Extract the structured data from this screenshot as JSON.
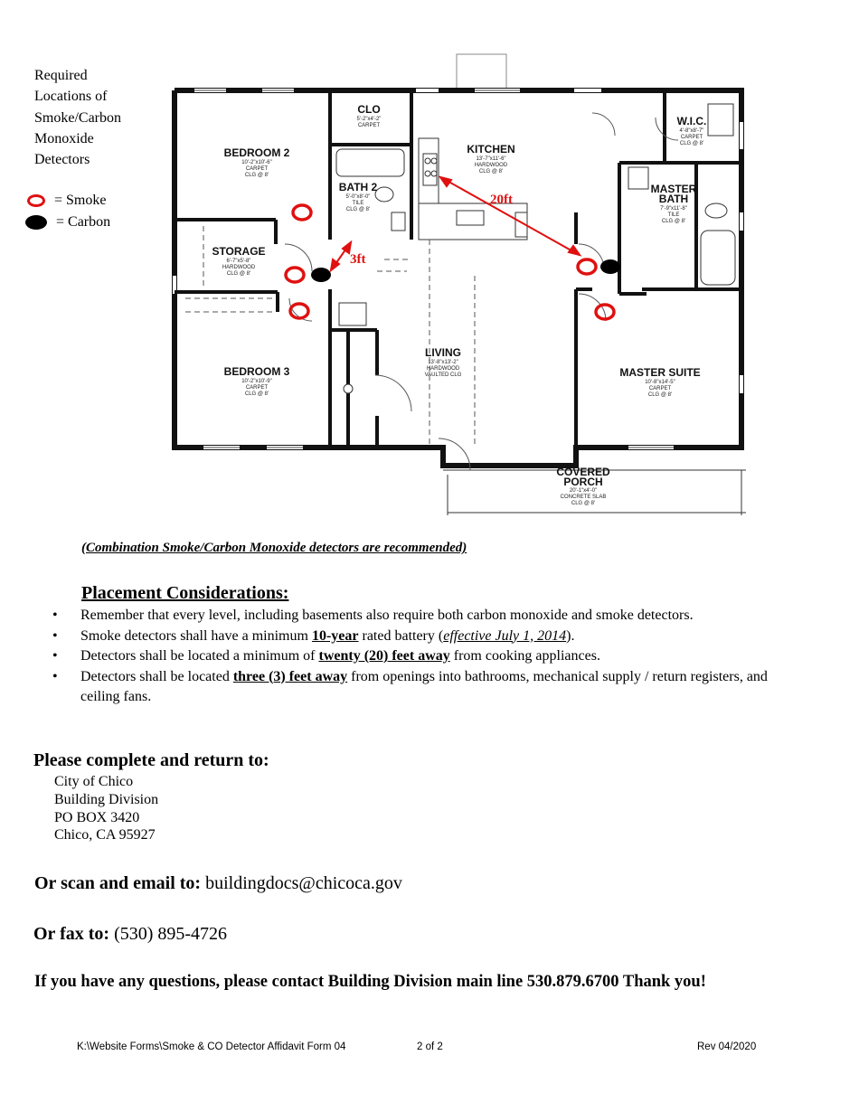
{
  "legend": {
    "title_lines": [
      "Required",
      "Locations of",
      "Smoke/Carbon",
      "Monoxide",
      "Detectors"
    ],
    "smoke_label": "= Smoke",
    "carbon_label": "= Carbon",
    "smoke_color": "#e01010",
    "carbon_color": "#000000"
  },
  "floorplan": {
    "rooms": {
      "clo": {
        "name": "CLO",
        "spec1": "5'-2\"x4'-2\"",
        "spec2": "CARPET"
      },
      "bedroom2": {
        "name": "BEDROOM 2",
        "spec1": "10'-2\"x10'-6\"",
        "spec2": "CARPET",
        "spec3": "CLG @ 8'"
      },
      "kitchen": {
        "name": "KITCHEN",
        "spec1": "13'-7\"x11'-6\"",
        "spec2": "HARDWOOD",
        "spec3": "CLG @ 8'"
      },
      "wic": {
        "name": "W.I.C.",
        "spec1": "4'-8\"x8'-7\"",
        "spec2": "CARPET",
        "spec3": "CLG @ 8'"
      },
      "bath2": {
        "name": "BATH 2",
        "spec1": "5'-0\"x8'-0\"",
        "spec2": "TILE",
        "spec3": "CLG @ 8'"
      },
      "master_bath": {
        "name_line1": "MASTER",
        "name_line2": "BATH",
        "spec1": "7'-9\"x11'-8\"",
        "spec2": "TILE",
        "spec3": "CLG @ 8'"
      },
      "storage": {
        "name": "STORAGE",
        "spec1": "6'-7\"x5'-8\"",
        "spec2": "HARDWOOD",
        "spec3": "CLG @ 8'"
      },
      "living": {
        "name": "LIVING",
        "spec1": "13'-8\"x13'-2\"",
        "spec2": "HARDWOOD",
        "spec3": "VAULTED CLG"
      },
      "bedroom3": {
        "name": "BEDROOM 3",
        "spec1": "10'-2\"x10'-9\"",
        "spec2": "CARPET",
        "spec3": "CLG @ 8'"
      },
      "master_suite": {
        "name": "MASTER SUITE",
        "spec1": "10'-8\"x14'-5\"",
        "spec2": "CARPET",
        "spec3": "CLG @ 8'"
      },
      "porch": {
        "name_line1": "COVERED",
        "name_line2": "PORCH",
        "spec1": "20'-1\"x4'-0\"",
        "spec2": "CONCRETE SLAB",
        "spec3": "CLG @ 8'"
      }
    },
    "dimension_20": "20ft",
    "dimension_3": "3ft"
  },
  "recommendation": "(Combination Smoke/Carbon Monoxide detectors are recommended)",
  "placement": {
    "heading": "Placement Considerations:",
    "b1": "Remember that every level, including basements also require both carbon monoxide and smoke detectors.",
    "b2_pre": "Smoke detectors shall have a minimum ",
    "b2_bold": "10-year",
    "b2_mid": " rated battery (",
    "b2_ital": "effective July 1, 2014",
    "b2_end": ").",
    "b3_pre": "Detectors shall be located a minimum of ",
    "b3_bold": "twenty (20) feet away",
    "b3_end": " from cooking appliances.",
    "b4_pre": "Detectors shall be located ",
    "b4_bold": "three (3) feet away",
    "b4_end": " from openings into bathrooms, mechanical supply / return registers, and ceiling fans."
  },
  "return": {
    "heading": "Please complete and return to:",
    "lines": [
      "City of Chico",
      "Building Division",
      "PO BOX 3420",
      "Chico, CA 95927"
    ]
  },
  "email": {
    "label": "Or scan and email to:",
    "value": " buildingdocs@chicoca.gov"
  },
  "fax": {
    "label": "Or fax to:",
    "value": " (530) 895-4726"
  },
  "questions": "If you have any questions, please contact Building Division main line 530.879.6700 Thank you!",
  "footer": {
    "path": "K:\\Website Forms\\Smoke & CO Detector Affidavit Form 04",
    "page": "2 of 2",
    "rev": "Rev 04/2020"
  }
}
